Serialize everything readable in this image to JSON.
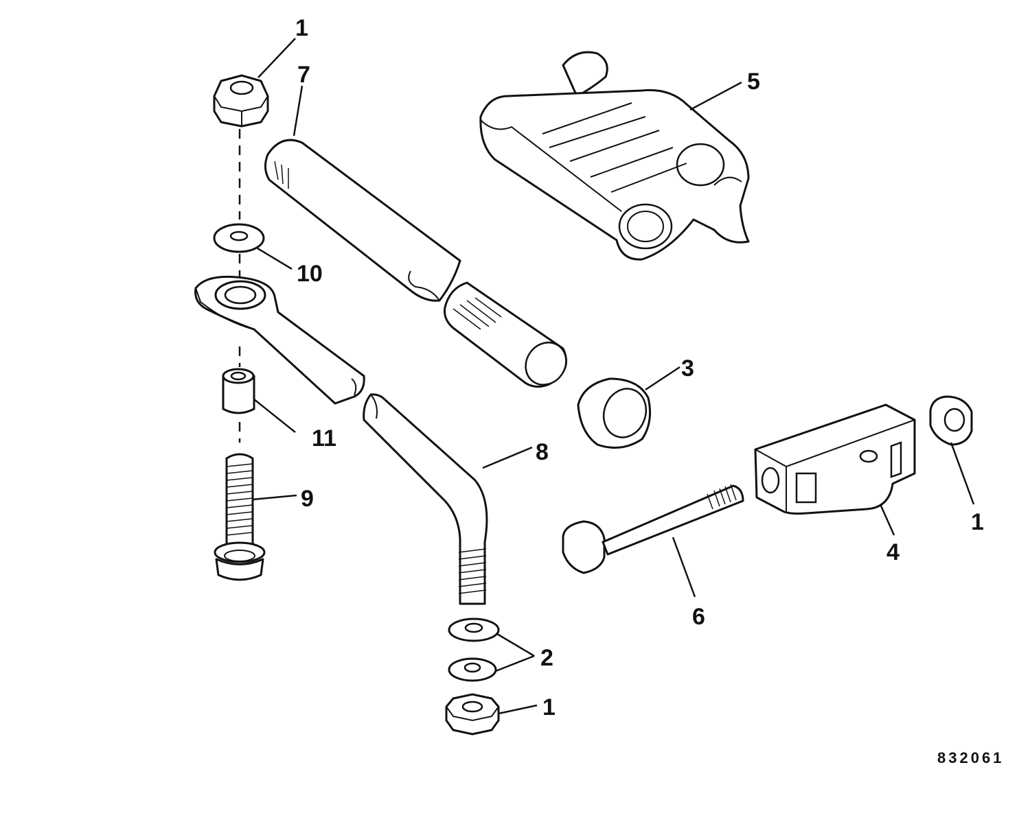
{
  "callouts": {
    "c1_top": "1",
    "c1_right": "1",
    "c1_bottom": "1",
    "c2": "2",
    "c3": "3",
    "c4": "4",
    "c5": "5",
    "c6": "6",
    "c7": "7",
    "c8": "8",
    "c9": "9",
    "c10": "10",
    "c11": "11"
  },
  "drawing_number": "832061"
}
